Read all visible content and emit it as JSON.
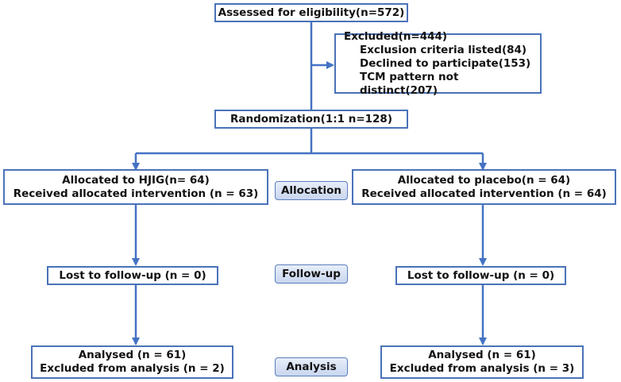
{
  "assessed": "Assessed for eligibility(n=572)",
  "excluded": {
    "title": "Excluded(n=444)",
    "items": [
      "Exclusion criteria listed(84)",
      "Declined to participate(153)",
      "TCM pattern not distinct(207)"
    ]
  },
  "randomization": "Randomization(1:1 n=128)",
  "left": {
    "allocated": "Allocated to HJIG(n= 64)",
    "received": "Received allocated intervention (n = 63)",
    "lost": "Lost to follow-up (n = 0)",
    "analysed": "Analysed (n = 61)",
    "excluded_analysis": "Excluded from analysis (n = 2)"
  },
  "right": {
    "allocated": "Allocated to placebo(n = 64)",
    "received": "Received allocated intervention (n = 64)",
    "lost": "Lost to follow-up (n = 0)",
    "analysed": "Analysed (n = 61)",
    "excluded_analysis": "Excluded from analysis (n = 3)"
  },
  "stages": {
    "allocation": "Allocation",
    "follow_up": "Follow-up",
    "analysis": "Analysis"
  },
  "colors": {
    "line": "#4472c4",
    "border": "#4a72b8",
    "stage_fill": "#d6e0f3"
  }
}
